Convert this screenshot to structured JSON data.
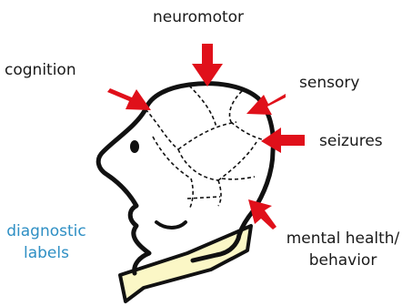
{
  "labels": {
    "neuromotor": "neuromotor",
    "cognition": "cognition",
    "sensory": "sensory",
    "seizures": "seizures",
    "mental_health_line1": "mental health/",
    "mental_health_line2": "behavior",
    "diagnostic_line1": "diagnostic",
    "diagnostic_line2": "labels"
  },
  "colors": {
    "arrow": "#e0101a",
    "outline": "#111111",
    "collar": "#fbf7c6",
    "diagnostic_text": "#2e8fc4",
    "label_text": "#1a1a1a"
  }
}
